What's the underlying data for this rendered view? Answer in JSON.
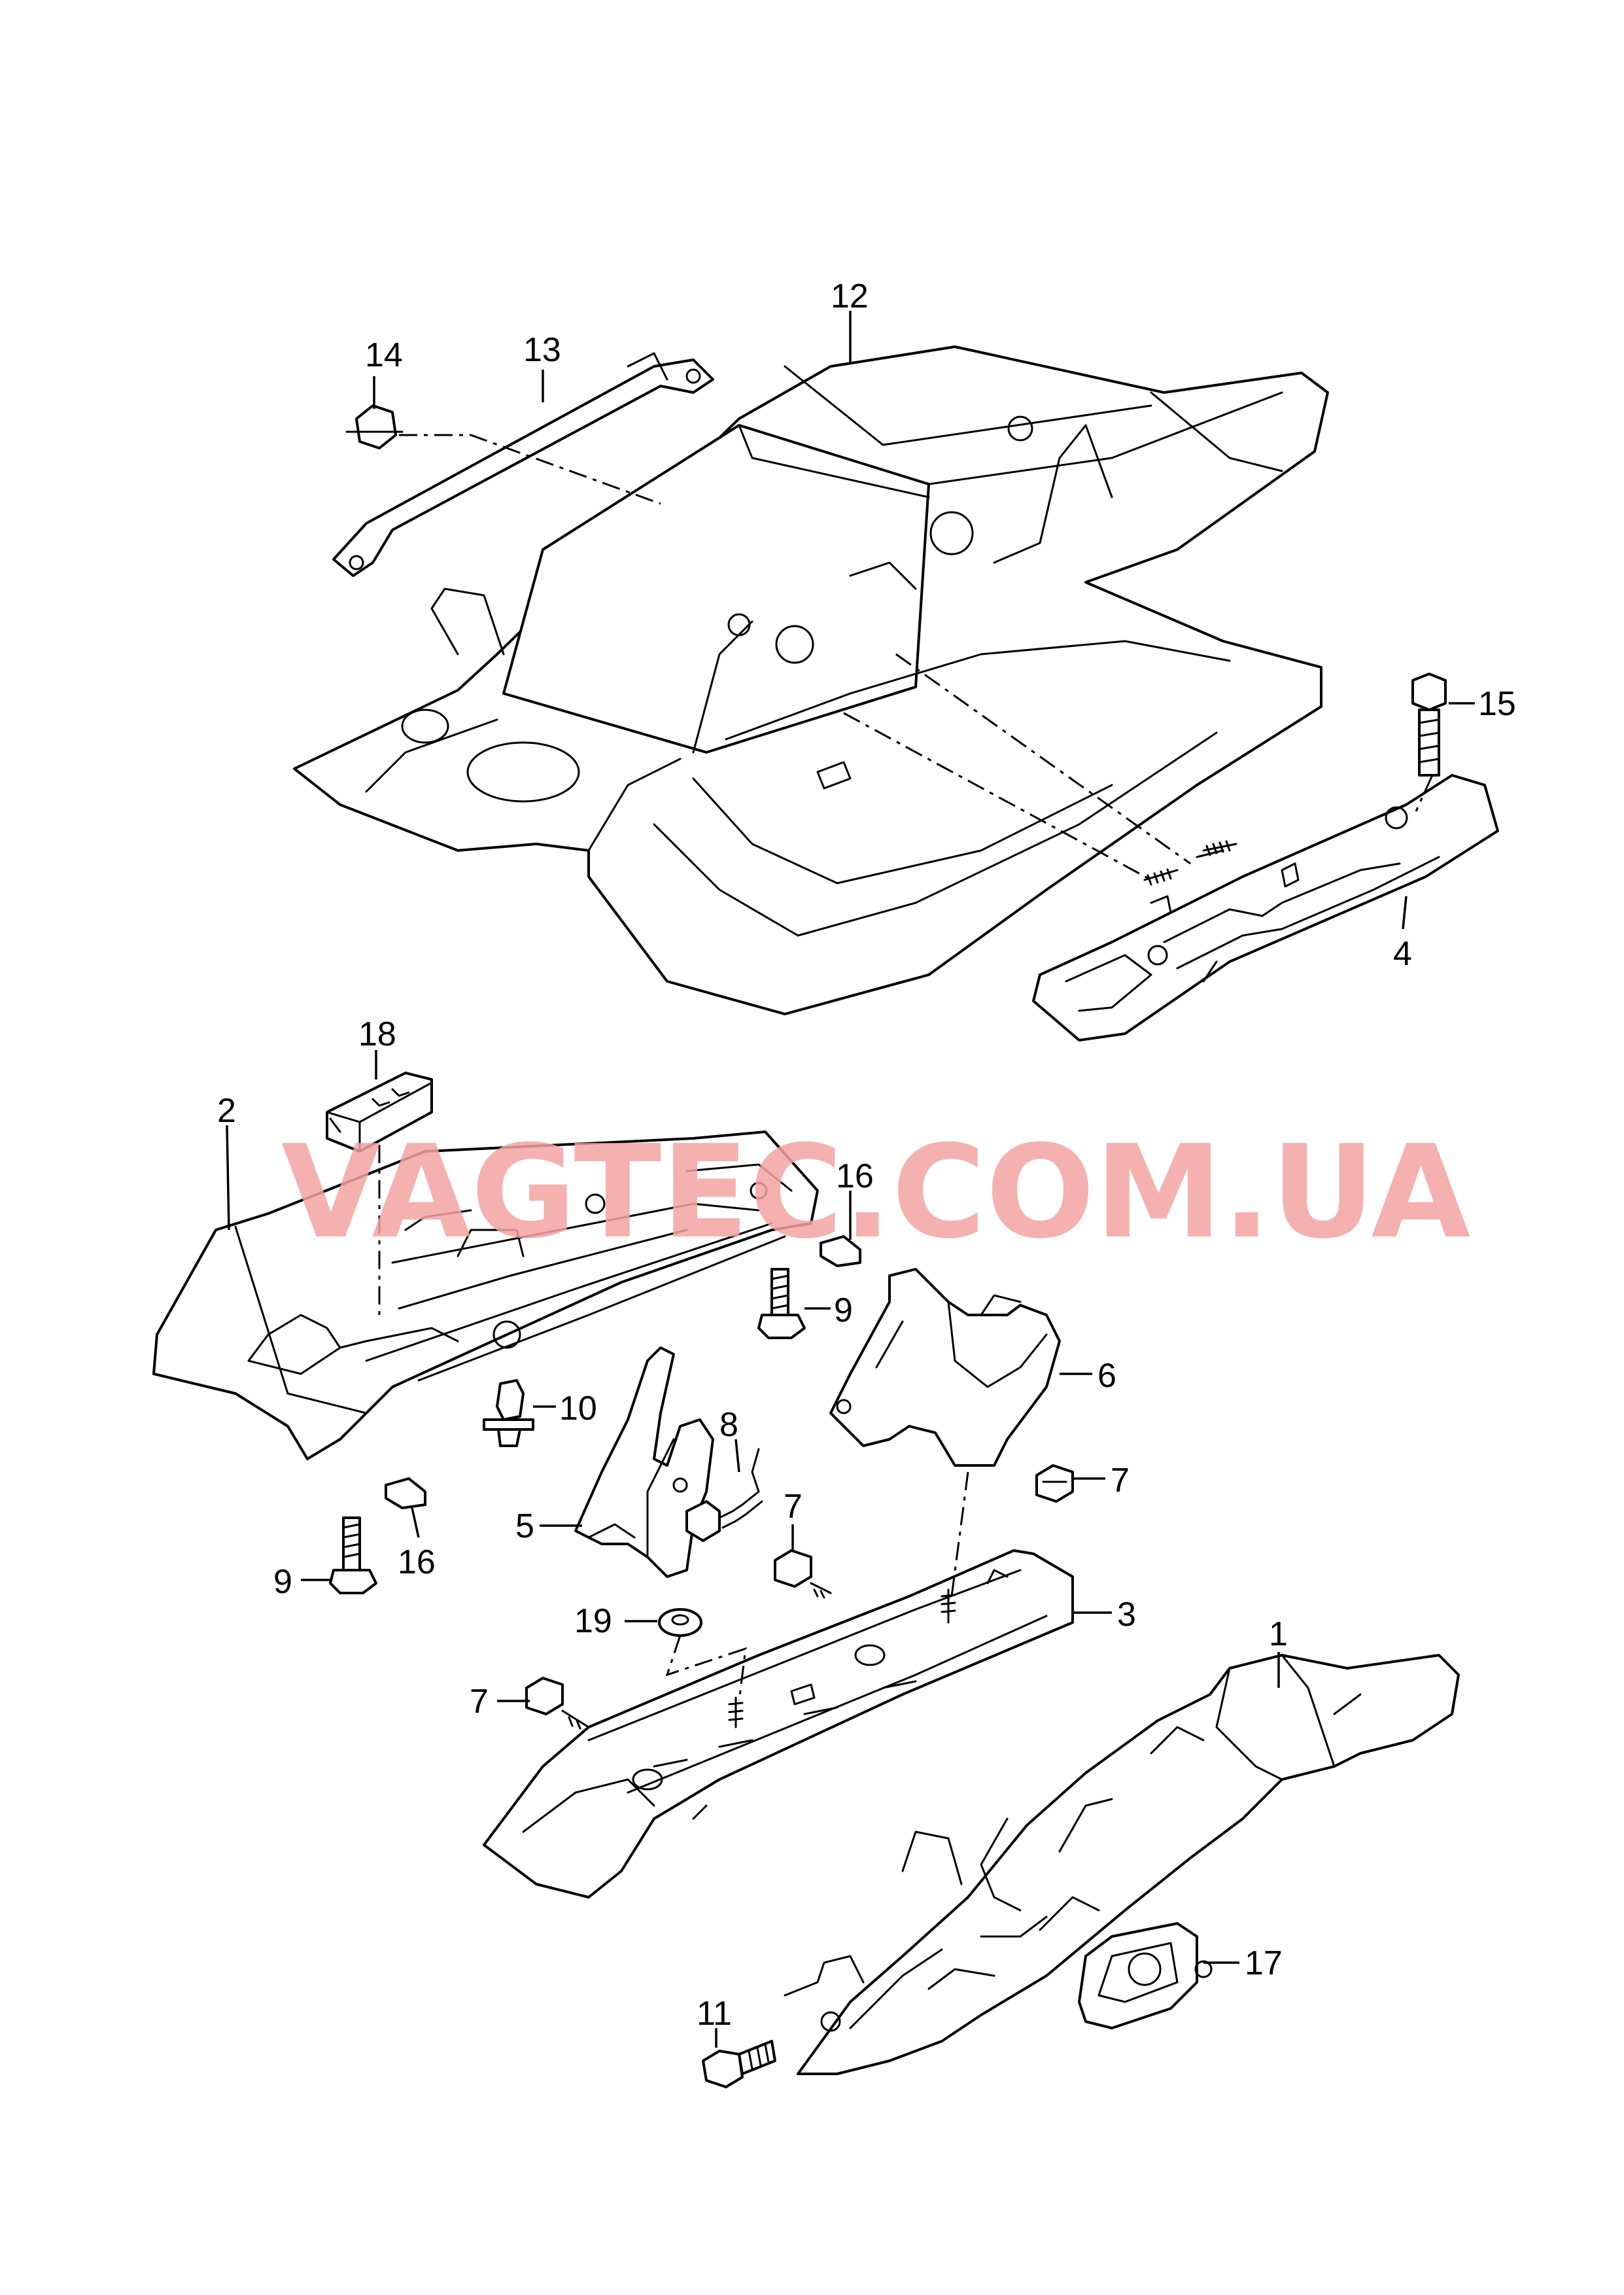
{
  "watermark": "VAGTEC.COM.UA",
  "callouts": {
    "c1": "1",
    "c2": "2",
    "c3": "3",
    "c4": "4",
    "c5": "5",
    "c6": "6",
    "c7a": "7",
    "c7b": "7",
    "c7c": "7",
    "c8": "8",
    "c9a": "9",
    "c9b": "9",
    "c10": "10",
    "c11": "11",
    "c12": "12",
    "c13": "13",
    "c14": "14",
    "c15": "15",
    "c16a": "16",
    "c16b": "16",
    "c17": "17",
    "c18": "18",
    "c19": "19"
  },
  "colors": {
    "line": "#000000",
    "watermark": "#f4a3a3",
    "background": "#ffffff"
  }
}
